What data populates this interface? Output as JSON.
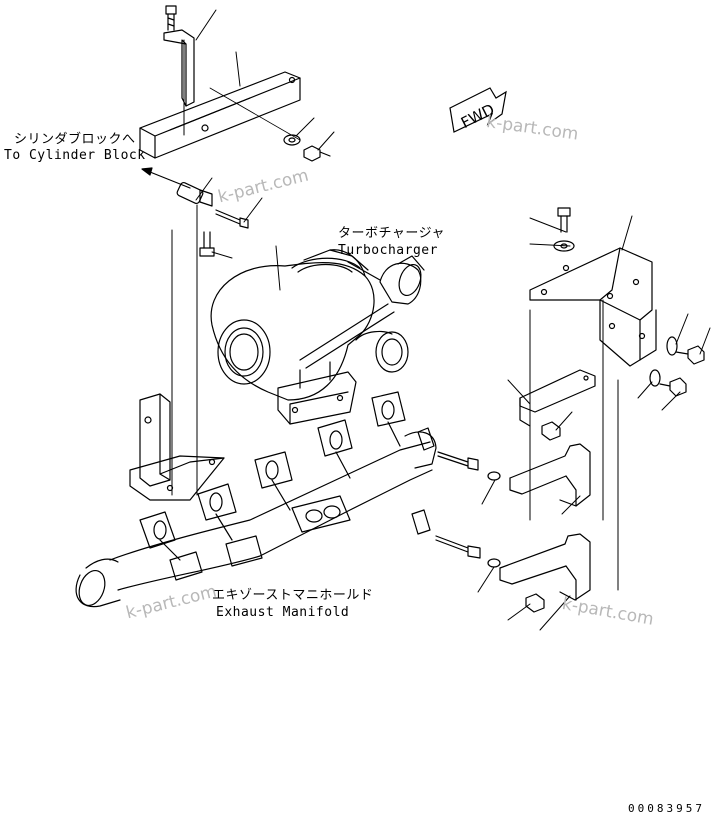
{
  "labels": {
    "cylinder_block_jp": "シリンダブロックへ",
    "cylinder_block_en": "To Cylinder Block",
    "turbocharger_jp": "ターボチャージャ",
    "turbocharger_en": "Turbocharger",
    "exhaust_manifold_jp": "エキゾーストマニホールド",
    "exhaust_manifold_en": "Exhaust Manifold",
    "fwd": "FWD"
  },
  "watermarks": [
    "k-part.com",
    "k-part.com",
    "k-part.com",
    "k-part.com"
  ],
  "document_number": "00083957",
  "colors": {
    "line": "#000000",
    "watermark": "#b8b8b8",
    "background": "#ffffff"
  }
}
